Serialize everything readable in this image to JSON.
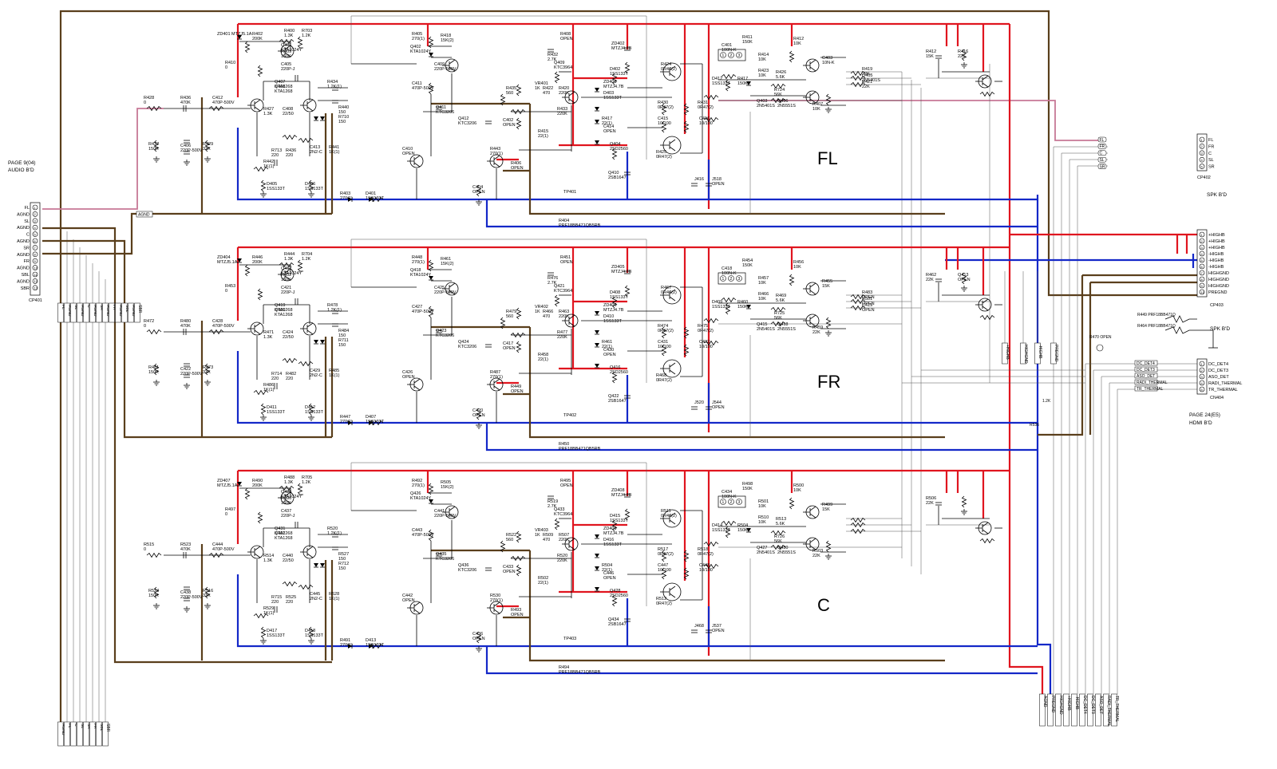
{
  "channels": [
    {
      "name": "FL",
      "id": "fl"
    },
    {
      "name": "FR",
      "id": "fr"
    },
    {
      "name": "C",
      "id": "c"
    }
  ],
  "left_connector": {
    "title_line1": "PAGE 9(04)",
    "title_line2": "AUDIO B'D",
    "ref": "CP401",
    "pins": [
      "FL",
      "AGND",
      "SL",
      "AGND",
      "C",
      "AGND",
      "SR",
      "AGND",
      "FR",
      "AGND",
      "SBL",
      "AGND",
      "SBR"
    ]
  },
  "spk_connector_top": {
    "ref": "CP402",
    "board": "SPK B'D",
    "pins": [
      "FL",
      "FR",
      "C",
      "SL",
      "SR"
    ]
  },
  "power_connector": {
    "ref": "CP403",
    "pins": [
      "+HIGHB",
      "+HIGHB",
      "+HIGHB",
      "-HIGHB",
      "-HIGHB",
      "-HIGHB",
      "HIGHGND",
      "HIGHGND",
      "HIGHGND",
      "PREGND"
    ]
  },
  "spk_label_mid": "SPK B'D",
  "hdmi_connector": {
    "ref": "CN404",
    "title_line1": "PAGE 24(E5)",
    "title_line2": "HDMI B'D",
    "pins": [
      "DC_DET4",
      "DC_DET3",
      "ASO_DET",
      "RADI_THERMAL",
      "TR_THERMAL"
    ]
  },
  "fl_parts": {
    "zd401": "ZD401\nMTZJ5.1A",
    "r402": "R402 200K",
    "r400": "R400 1.3K",
    "r703": "R703 1.2K",
    "q401": "Q401 KTA1024Y",
    "r409": "R409 150K",
    "r410": "R410 0",
    "c405": "C405 220P-J",
    "q407": "Q407 KTA1268",
    "q408": "Q408 KTA1268",
    "r427": "R427 1.3K",
    "c408": "C408 22/50",
    "r428": "R428 0",
    "r436": "R436 470K",
    "c412": "C412 470P-500V",
    "r437": "R437 150K",
    "c406": "C406 220P-500V",
    "r429": "R429 33K",
    "r434": "R434 1.2K(1)",
    "r440": "R440 150",
    "r710": "R710 150",
    "r713": "R713 220",
    "r436b": "R436 220",
    "c413": "C413 2N2-C",
    "r441": "R441 1K(1)",
    "r442": "R442 1K(1)",
    "d405": "D405 1SS133T",
    "d406": "D406 1SS133T",
    "r403": "R403 270(1)",
    "d401": "D401 1SS133T",
    "r405": "R405 270(1)",
    "q402": "Q402 KTA1024Y",
    "r418": "R418 15K(2)",
    "c409": "C409 220P-500V",
    "c411": "C411 470P-500V",
    "q411": "Q411 KTC3206",
    "q412": "Q412 KTC3206",
    "c410": "C410 OPEN",
    "r443": "R443 270(1)",
    "r406": "R406 OPEN",
    "c404": "C404 OPEN",
    "r408": "R408 OPEN",
    "r432": "R432 2.7K",
    "q409": "Q409 KTC3964",
    "vr401": "VR401 1K",
    "r422": "R422 470",
    "r420": "R420 220K",
    "r433": "R433 220K",
    "r435": "R435 560",
    "c402": "C402 OPEN",
    "r415": "R415 22(1)",
    "zd402": "ZD402 MTZJ4.7B",
    "d402": "D402 1SS133T",
    "zd403": "ZD403 MTZJ4.7B",
    "d403": "D403 1SS133T",
    "r417": "R417 22(1)",
    "c414": "C414 OPEN",
    "q404": "Q404 2SD2560",
    "q410": "Q410 2SB1647",
    "r424": "R424 0R47(2)",
    "r425": "R425 0R47(2)",
    "r430": "R430 0R47(2)",
    "r431": "R431 0R47(2)",
    "c415": "C415 10/100",
    "c416": "C416 10/100",
    "j416": "J416",
    "j518": "J518 OPEN",
    "tp401": "TP401",
    "r404": "R404 PRF18BB471QB5RB",
    "c401": "C401 100N-K",
    "r411": "R411 150K",
    "r412": "R412 10K",
    "r414": "R414 10K",
    "d412": "D412 1SS133T",
    "r417b": "R417 150K",
    "r423": "R423 10K",
    "r426": "R426 5.6K",
    "r724": "R724 56K",
    "q403": "Q403 2N5401S",
    "q406": "Q406 2N5551S",
    "c403": "C403 10N-K",
    "r407": "R407 10K",
    "r412b": "R412 15K",
    "r416": "R416 22K",
    "r419": "R419 22K",
    "q405": "Q405 2N5401S",
    "r421": "R421 22K"
  },
  "fr_parts": {
    "zd404": "ZD404 MTZJ5.1A",
    "r446": "R446 200K",
    "r444": "R444 1.3K",
    "r704": "R704 1.2K",
    "q417": "Q417 KTA1024Y",
    "r452": "R452 150K",
    "r453": "R453 0",
    "c421": "C421 220P-J",
    "q419": "Q419 KTA1268",
    "q420": "Q420 KTA1268",
    "r471": "R471 1.3K",
    "c424": "C424 22/50",
    "r472": "R472 0",
    "r480": "R480 470K",
    "c428": "C428 470P-500V",
    "r481": "R481 150K",
    "c422": "C422 220P-500V",
    "r473": "R473 33K",
    "r478": "R478 1.2K(1)",
    "r484": "R484 150",
    "r711": "R711 150",
    "r714": "R714 220",
    "r482": "R482 220",
    "c429": "C429 2N2-C",
    "r485": "R485 1K(1)",
    "r486": "R486 1K(1)",
    "d411": "D411 1SS133T",
    "d412": "D412 1SS133T",
    "r447": "R447 270(1)",
    "d407": "D407 1SS133T",
    "r448": "R448 270(1)",
    "q418": "Q418 KTA1024Y",
    "r461": "R461 15K(2)",
    "c425": "C425 220P-500V",
    "c427": "C427 470P-500V",
    "q423": "Q423 KTC3206",
    "q424": "Q424 KTC3206",
    "c426": "C426 OPEN",
    "r487": "R487 270(1)",
    "r449": "R449 OPEN",
    "c420": "C420 OPEN",
    "r451": "R451 OPEN",
    "r476": "R476 2.7K",
    "q421": "Q421 KTC3964",
    "vr402": "VR402 1K",
    "r466": "R466 470",
    "r463": "R463 220K",
    "r477": "R477 220K",
    "r479": "R479 560",
    "c417": "C417 OPEN",
    "r458": "R458 22(1)",
    "zd405": "ZD405 MTZJ4.7B",
    "d408": "D408 1SS133T",
    "zd406": "ZD406 MTZJ4.7B",
    "d410": "D410 1SS133T",
    "r461b": "R461 22(1)",
    "c430": "C430 OPEN",
    "q416": "Q416 2SD2560",
    "q422": "Q422 2SB1647",
    "r467": "R467 0R47(2)",
    "r468": "R468 0R47(2)",
    "r474": "R474 0R47(2)",
    "r475": "R475 0R47(2)",
    "c431": "C431 10/100",
    "c432": "C432 10/100",
    "j520": "J520",
    "j544": "J544 OPEN",
    "tp402": "TP402",
    "r450": "R450 PRF18BB471QB5RB",
    "c418": "C418 100N-K",
    "r454": "R454 150K",
    "r456": "R456 10K",
    "r457": "R457 10K",
    "d409": "D409 1SS133T",
    "r460": "R460 150K",
    "r466b": "R466 10K",
    "r469": "R469 5.6K",
    "r725": "R725 56K",
    "q415": "Q415 2N5401S",
    "q418b": "Q418 2N5551S",
    "r455": "R455 15K",
    "r459": "R459 22K",
    "r462": "R462 22K",
    "q413": "Q413 OPEN",
    "r483": "R483 OPEN",
    "r501": "R501 OPEN",
    "c419": "C419 OPEN"
  },
  "c_parts": {
    "zd407": "ZD407 MTZJ5.1A",
    "r490": "R490 200K",
    "r488": "R488 1.3K",
    "r705": "R705 1.2K",
    "q425": "Q425 KTA1024Y",
    "r496": "R496 150K",
    "r497": "R497 0",
    "c437": "C437 220P-J",
    "q431": "Q431 KTA1268",
    "q432": "Q432 KTA1268",
    "r514": "R514 1.3K",
    "c440": "C440 22/50",
    "r515": "R515 0",
    "r523": "R523 470K",
    "c444": "C444 470P-500V",
    "r524": "R524 150K",
    "c438": "C438 220P-500V",
    "r516": "R516 33K",
    "r520": "R520 1.2K(1)",
    "r527": "R527 150",
    "r712": "R712 150",
    "r715": "R715 220",
    "r525": "R525 220",
    "c445": "C445 2N2-C",
    "r528": "R528 1K(1)",
    "r529": "R529 1K(1)",
    "d417": "D417 1SS133T",
    "d418": "D418 1SS133T",
    "r491": "R491 270(1)",
    "d413": "D413 1SS133T",
    "r492": "R492 270(1)",
    "q426": "Q426 KTA1024Y",
    "r505": "R505 15K(2)",
    "c441": "C441 220P-500V",
    "c443": "C443 470P-500V",
    "q435": "Q435 KTC3206",
    "q436": "Q436 KTC3206",
    "c442": "C442 OPEN",
    "r530": "R530 270(1)",
    "r493": "R493 OPEN",
    "c436": "C436 OPEN",
    "r495": "R495 OPEN",
    "r519": "R519 2.7K",
    "q433": "Q433 KTC3964",
    "vr403": "VR403 1K",
    "r509": "R509 470",
    "r507": "R507 220K",
    "r520b": "R520 220K",
    "r522": "R522 560",
    "c433": "C433 OPEN",
    "r502": "R502 22(1)",
    "zd408": "ZD408 MTZJ4.7B",
    "d415": "D415 1SS133T",
    "zd409": "ZD409 MTZJ4.7B",
    "d416": "D416 1SS133T",
    "r504": "R504 22(1)",
    "c446": "C446 OPEN",
    "q428": "Q428 2SD2560",
    "q434": "Q434 2SB1647",
    "r511": "R511 0R47(2)",
    "r512": "R512 0R47(2)",
    "r517": "R517 0R47(2)",
    "r518": "R518 0R47(2)",
    "c447": "C447 10/100",
    "c448": "C448 10/100",
    "j468": "J468",
    "j537": "J537 OPEN",
    "tp403": "TP403",
    "r494": "R494 PRF18BB471QB5RB",
    "c434": "C434 100N-K",
    "r498": "R498 150K",
    "r500": "R500 10K",
    "r501": "R501 10K",
    "d414": "D414 1SS133T",
    "r504b": "R504 150K",
    "r510": "R510 10K",
    "r513": "R513 5.6K",
    "r726": "R726 56K",
    "q427": "Q427 2N5401S",
    "q430": "Q430 2N5551S",
    "r499": "R499 15K",
    "r503": "R503 22K",
    "r506": "R506 22K"
  },
  "right_misc": {
    "r449": "R449 PRF18BB471Q",
    "r464": "R464 PRF18BB471Q",
    "r470": "R470 OPEN",
    "r536": "R536",
    "r536v": "1.2K",
    "agnd_tag": "AGND",
    "sdl_tag": "FL(1)",
    "bottom_tags": [
      "AGND",
      "PREGND",
      "HIGHGND",
      "+HIGHB",
      "-HIGHB",
      "DC_DET4",
      "DC_DET3",
      "ASO_DET",
      "RADI_THERMAL",
      "TR_THERMAL"
    ],
    "bottom_left_tags": [
      "AGND",
      "FL",
      "C",
      "SL",
      "SR",
      "FR",
      "SBL",
      "SBR"
    ],
    "vertical_tags_mid": [
      "+HIGHB",
      "HIGHGND",
      "-HIGHB",
      "PREGND"
    ],
    "hdmi_tags": [
      "DC_DET4",
      "DC_DET3",
      "ASO_DET",
      "RADI_THERMAL",
      "TR_THERMAL"
    ]
  }
}
